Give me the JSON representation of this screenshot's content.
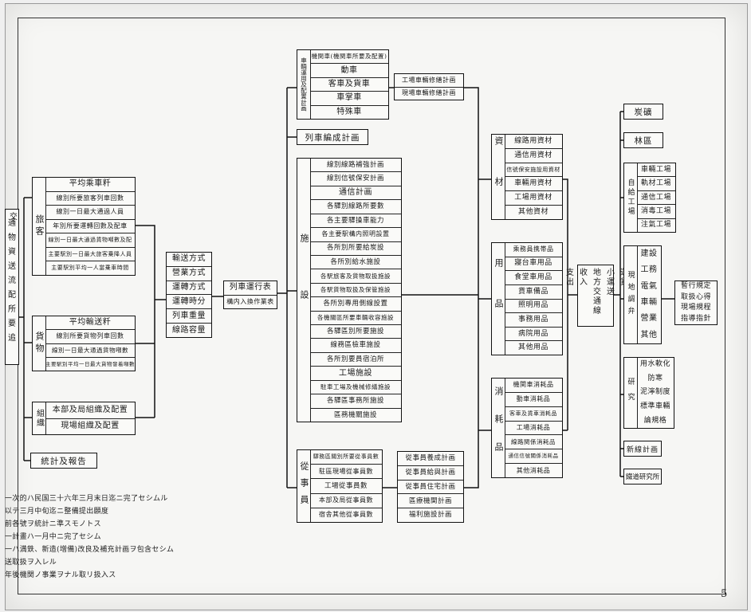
{
  "left_edge": {
    "items": [
      "交",
      "通",
      "物",
      "資",
      "送",
      "流",
      "配",
      "所",
      "要",
      "追"
    ]
  },
  "passenger": {
    "label": "旅客",
    "rows": [
      "平均乘車粁",
      "線別所要旅客列車回數",
      "線別一日最大通過人員",
      "年別所要運轉回數及配車",
      "線別一日最大通過貨物噸數及配",
      "主要駅別一日最大旅客乗降人員",
      "主要駅別平均一人當乗車時間"
    ]
  },
  "freight": {
    "label": "貨物",
    "rows": [
      "平均輸送粁",
      "線別所要貨物列車回數",
      "線別一日最大通過貨物噸數",
      "主要駅別平均一日最大貨物發着噸數"
    ]
  },
  "organization": {
    "label": "組織",
    "rows": [
      "本部及局組織及配置",
      "現場組織及配置"
    ]
  },
  "statistics": {
    "label": "統計及報告"
  },
  "transport": {
    "rows": [
      "輸送方式",
      "營業方式",
      "運轉方式",
      "運轉時分",
      "列車重量",
      "線路容量"
    ]
  },
  "timetable": {
    "rows": [
      "列車運行表",
      "構内入換作業表"
    ]
  },
  "rolling": {
    "label": "車輛運用及配置計画",
    "rows": [
      "機関車(機関車所要及配置)",
      "動車",
      "客車及貨車",
      "車掌車",
      "特殊車"
    ]
  },
  "workshop": {
    "rows": [
      "工場車輛修繕計画",
      "現場車輛修繕計画"
    ]
  },
  "formation": {
    "label": "列車編成計画"
  },
  "facilities": {
    "label": "施設",
    "rows": [
      "線別線路補強計画",
      "線別信號保安計画",
      "通信計画",
      "各驛別線路所要數",
      "各主要驛操車能力",
      "各主要駅構内照明設置",
      "各所別所要給炭設",
      "各所別給水施設",
      "各駅旅客及貨物取扱施設",
      "各駅貨物取扱及保管施設",
      "各所別專用側線設置",
      "各機關區所要車輛收容施設",
      "各驛區別所要施設",
      "線務區檢車施設",
      "各所別要員宿泊所",
      "工場施設",
      "駐車工場及機械修繕施設",
      "各驛區事務所施設",
      "區務機關施設"
    ]
  },
  "staff": {
    "label": "從事員",
    "rows": [
      "驛務區關別所要從事員數",
      "駐區現場從事員數",
      "工場從事員數",
      "本部及局從事員數",
      "宿舎其他從事員數"
    ]
  },
  "staff_plans": {
    "rows": [
      "從事員養成計画",
      "從事員給與計画",
      "從事員住宅計画",
      "區療機関計画",
      "福利施設計画"
    ]
  },
  "materials": {
    "label": "資材",
    "rows": [
      "線路用資材",
      "通信用資材",
      "信號保安施設用資材",
      "車輛用資材",
      "工場用資材",
      "其他資材"
    ]
  },
  "supplies": {
    "label": "用品",
    "rows": [
      "乘務員携帯品",
      "寢台車用品",
      "食堂車用品",
      "貨車備品",
      "照明用品",
      "事務用品",
      "病院用品",
      "其他用品"
    ]
  },
  "consumables": {
    "label": "消耗品",
    "rows": [
      "機関車消耗品",
      "動車消耗品",
      "客車及貨車消耗品",
      "工場消耗品",
      "線路関係消耗品",
      "通信信號關係消耗品",
      "其他消耗品"
    ]
  },
  "coal": {
    "label": "炭礦"
  },
  "forest": {
    "label": "林區"
  },
  "self_supply": {
    "label": "自給工場",
    "rows": [
      "車輛工場",
      "軌材工場",
      "通信工場",
      "消毒工場",
      "注氣工場"
    ]
  },
  "procure_mid": {
    "cols": [
      "運賃",
      "小運送",
      "地方交通線",
      "收入",
      "支出"
    ]
  },
  "procure": {
    "label": "現地調弁",
    "rows": [
      "建設",
      "工務",
      "電氣",
      "車輛",
      "營業",
      "其他"
    ]
  },
  "research": {
    "label": "研究",
    "rows": [
      "用水軟化",
      "防寒",
      "泥濘制度",
      "標準車輛",
      "論規格"
    ]
  },
  "new_line": {
    "label": "新線計画"
  },
  "study": {
    "label": "鐵道研究所"
  },
  "policy": {
    "rows": [
      "暫行規定",
      "取扱心得",
      "現場規程",
      "指導指針"
    ]
  },
  "notes": {
    "lines": [
      "一次的ハ民国三十六年三月末日迄ニ完了セシムル",
      "以テ三月中旬迄ニ整備提出願度",
      "前各號ヲ統計ニ準スモノトス",
      "一計畫ハ一月中ニ完了セシム",
      "一ハ満鉄、新造(増備)改良及補充計画ヲ包含セシム",
      "送取扱ヲ入レル",
      "年後機関ノ事業ヲナル取リ扱入ス"
    ]
  },
  "page_number": "5"
}
